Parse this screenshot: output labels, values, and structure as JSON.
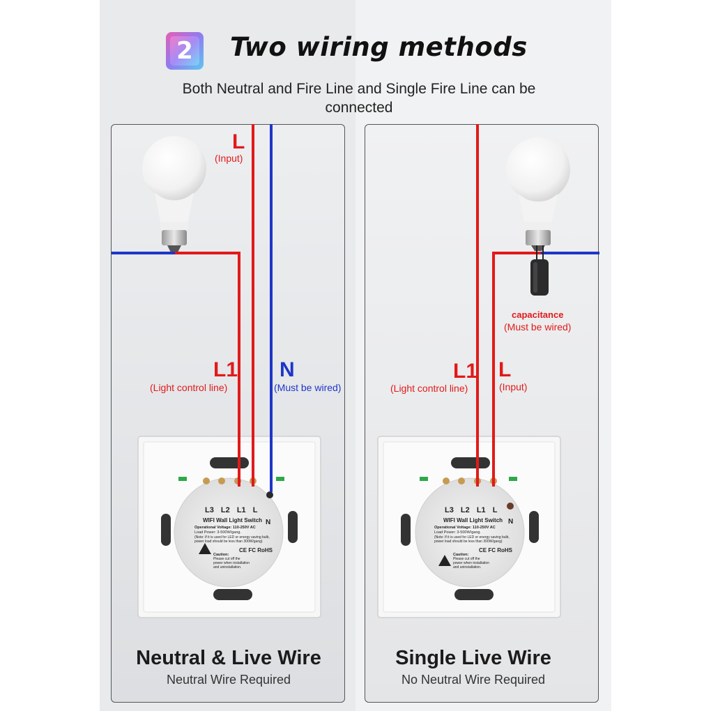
{
  "header": {
    "step_number": "2",
    "title": "Two wiring methods",
    "subtitle": "Both Neutral and Fire Line and Single Fire Line can be connected"
  },
  "colors": {
    "live_wire": "#e11a1a",
    "neutral_wire": "#1f36c9"
  },
  "left_panel": {
    "live_label": "L",
    "live_note": "(Input)",
    "control_label": "L1",
    "control_note": "(Light control line)",
    "neutral_label": "N",
    "neutral_note": "(Must be wired)",
    "title": "Neutral & Live Wire",
    "subtitle": "Neutral Wire Required"
  },
  "right_panel": {
    "capacitor_label": "capacitance",
    "capacitor_note": "(Must be wired)",
    "control_label": "L1",
    "control_note": "(Light control line)",
    "live_label": "L",
    "live_note": "(Input)",
    "title": "Single Live Wire",
    "subtitle": "No Neutral Wire Required"
  },
  "switch": {
    "terminals": [
      "L3",
      "L2",
      "L1",
      "L"
    ],
    "neutral_terminal": "N",
    "name": "WIFI Wall Light Switch",
    "voltage": "Operational Voltage: 110-250V AC",
    "load": "Load Power: 3-500W/gang.",
    "note_1": "(Note: If it is used for LED or energy saving bulb,",
    "note_2": "power load should be less than 300W/gang)",
    "certs": "CE FC RoHS",
    "caution_title": "Caution:",
    "caution_1": "Please cut off the",
    "caution_2": "power when installation",
    "caution_3": "and uninstallation."
  }
}
